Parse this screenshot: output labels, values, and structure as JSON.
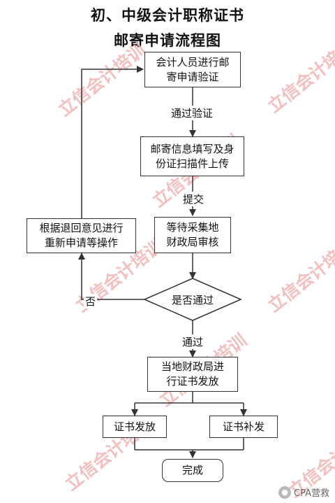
{
  "title": {
    "line1": "初、中级会计职称证书",
    "line2": "邮寄申请流程图"
  },
  "watermark": "立信会计培训",
  "nodes": {
    "verify": [
      "会计人员进行邮",
      "寄申请验证"
    ],
    "fill": [
      "邮寄信息填写及身",
      "份证扫描件上传"
    ],
    "wait": [
      "等待采集地",
      "财政局审核"
    ],
    "reapply": [
      "根据退回意见进行",
      "重新申请等操作"
    ],
    "decision": "是否通过",
    "issue_local": [
      "当地财政局进",
      "行证书发放"
    ],
    "issue": "证书发放",
    "reissue": "证书补发",
    "done": "完成"
  },
  "edges": {
    "pass_verify": "通过验证",
    "submit": "提交",
    "no": "否",
    "pass": "通过"
  },
  "badge": {
    "icon": "wechat-icon",
    "text": "CPA营救"
  },
  "colors": {
    "line": "#333333",
    "watermark": "#f3b3b3"
  }
}
